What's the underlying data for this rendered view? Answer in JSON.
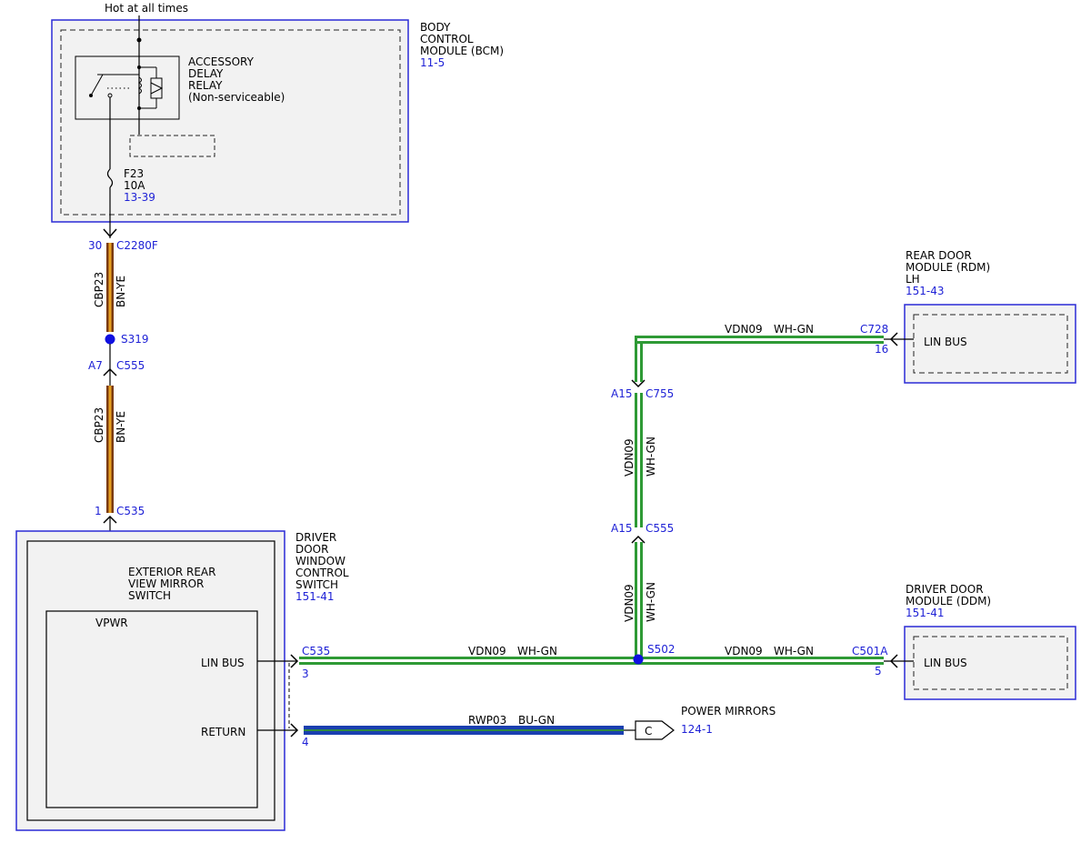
{
  "colors": {
    "module_border": "#2b2bd6",
    "module_fill": "#f2f2f2",
    "reference_text": "#1f22d6",
    "wire_bn_ye_outer": "#7a3a12",
    "wire_bn_ye_inner": "#e8a020",
    "wire_wh_gn_outer": "#2e9a35",
    "wire_wh_gn_inner": "#ffffff",
    "wire_bu_gn_outer": "#1a3fb0",
    "wire_bu_gn_inner": "#2e8a40",
    "splice_dot": "#1010e0"
  },
  "power": {
    "label": "Hot at all times"
  },
  "bcm": {
    "title": [
      "BODY",
      "CONTROL",
      "MODULE (BCM)"
    ],
    "ref": "11-5",
    "relay_label": [
      "ACCESSORY",
      "DELAY",
      "RELAY",
      "(Non-serviceable)"
    ],
    "fuse": {
      "name": "F23",
      "rating": "10A",
      "ref": "13-39"
    },
    "connector": {
      "pin": "30",
      "name": "C2280F"
    }
  },
  "wire_cbp23": {
    "circuit": "CBP23",
    "color": "BN-YE",
    "splice": "S319",
    "inline_connector": {
      "pin": "A7",
      "name": "C555"
    },
    "bottom_connector": {
      "pin": "1",
      "name": "C535"
    }
  },
  "switch": {
    "title": [
      "DRIVER",
      "DOOR",
      "WINDOW",
      "CONTROL",
      "SWITCH"
    ],
    "ref": "151-41",
    "sub_module": [
      "EXTERIOR REAR",
      "VIEW MIRROR",
      "SWITCH"
    ],
    "pins": {
      "vpwr": "VPWR",
      "lin": "LIN BUS",
      "return": "RETURN"
    },
    "connector": {
      "name": "C535",
      "lin_pin": "3",
      "return_pin": "4"
    }
  },
  "lin_bus": {
    "circuit": "VDN09",
    "color": "WH-GN",
    "splice": "S502",
    "vertical_connectors": [
      {
        "pin": "A15",
        "name": "C755"
      },
      {
        "pin": "A15",
        "name": "C555"
      }
    ]
  },
  "rdm": {
    "title": [
      "REAR DOOR",
      "MODULE (RDM)",
      "LH"
    ],
    "ref": "151-43",
    "connector": {
      "name": "C728",
      "pin": "16"
    },
    "pin_label": "LIN BUS"
  },
  "ddm": {
    "title": [
      "DRIVER DOOR",
      "MODULE (DDM)"
    ],
    "ref": "151-41",
    "connector": {
      "name": "C501A",
      "pin": "5"
    },
    "pin_label": "LIN BUS"
  },
  "return_wire": {
    "circuit": "RWP03",
    "color": "BU-GN",
    "destination_letter": "C",
    "destination": "POWER MIRRORS",
    "destination_ref": "124-1"
  }
}
